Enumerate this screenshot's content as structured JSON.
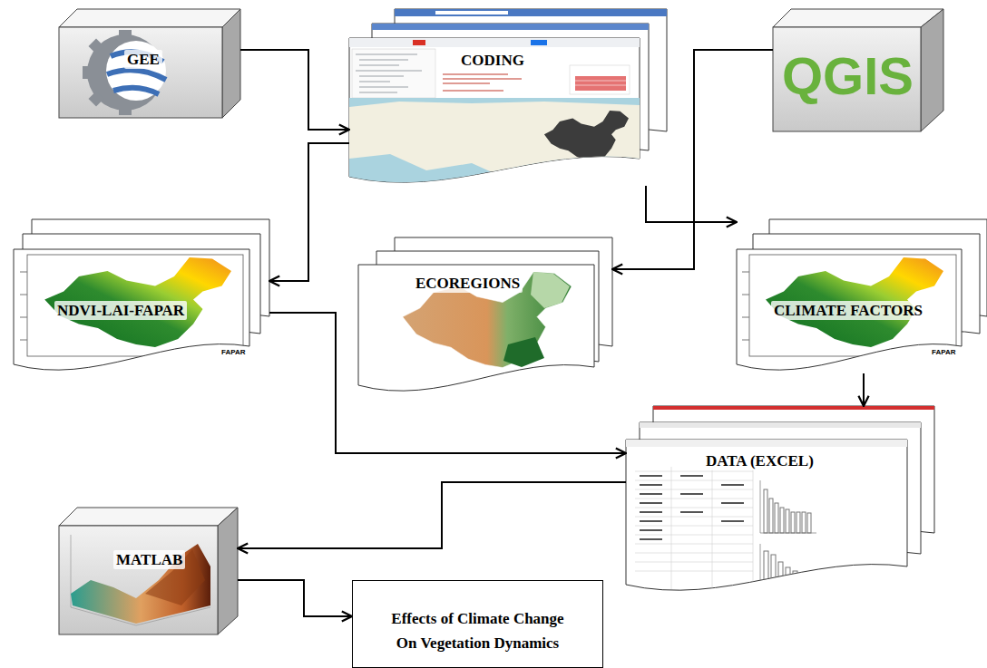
{
  "diagram": {
    "nodes": [
      {
        "text": [
          "GEE"
        ]
      },
      {
        "text": [
          "CODING"
        ]
      },
      {
        "text": [
          "QGIS"
        ]
      },
      {
        "text": [
          "NDVI-LAI-FAPAR"
        ]
      },
      {
        "text": [
          "ECOREGIONS"
        ]
      },
      {
        "text": [
          "CLIMATE FACTORS"
        ]
      },
      {
        "text": [
          "DATA (EXCEL)"
        ]
      },
      {
        "text": [
          "MATLAB"
        ]
      },
      {
        "text": [
          "Effects of Climate Change On Vegetation Dynamics"
        ]
      }
    ],
    "edges": [
      {
        "from": 0,
        "to": 1,
        "arrow": "to"
      },
      {
        "from": 1,
        "to": 3,
        "arrow": "to"
      },
      {
        "from": 1,
        "to": 5,
        "arrow": "to"
      },
      {
        "from": 2,
        "to": 4,
        "arrow": "to"
      },
      {
        "from": 5,
        "to": 6,
        "arrow": "to"
      },
      {
        "from": 3,
        "to": 6,
        "arrow": "to"
      },
      {
        "from": 6,
        "to": 7,
        "arrow": "to"
      },
      {
        "from": 7,
        "to": 8,
        "arrow": "to"
      }
    ],
    "labels": [
      "FAPAR",
      "FAPAR"
    ]
  }
}
